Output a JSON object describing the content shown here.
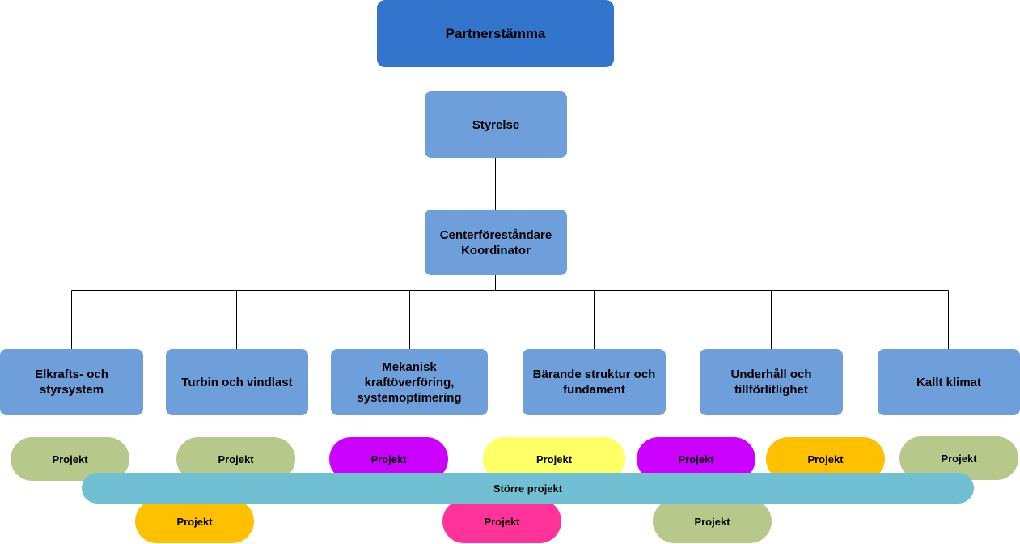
{
  "colors": {
    "top": "#3375cd",
    "box": "#6f9fdb",
    "line": "#000000",
    "green": "#b7c98a",
    "purple": "#cc00ff",
    "yellow": "#ffff66",
    "orange": "#ffc000",
    "pink": "#ff3399",
    "teal": "#70bfd3"
  },
  "org": {
    "top": "Partnerstämma",
    "board": "Styrelse",
    "director": {
      "line1": "Centerföreståndare",
      "line2": "Koordinator"
    },
    "areas": [
      {
        "line1": "Elkrafts- och",
        "line2": "styrsystem",
        "line3": ""
      },
      {
        "line1": "Turbin och vindlast",
        "line2": "",
        "line3": ""
      },
      {
        "line1": "Mekanisk",
        "line2": "kraftöverföring,",
        "line3": "systemoptimering"
      },
      {
        "line1": "Bärande struktur och",
        "line2": "fundament",
        "line3": ""
      },
      {
        "line1": "Underhåll och",
        "line2": "tillförlitlighet",
        "line3": ""
      },
      {
        "line1": "Kallt klimat",
        "line2": "",
        "line3": ""
      }
    ]
  },
  "projects": [
    {
      "label": "Projekt",
      "color": "green"
    },
    {
      "label": "Projekt",
      "color": "green"
    },
    {
      "label": "Projekt",
      "color": "purple"
    },
    {
      "label": "Projekt",
      "color": "yellow"
    },
    {
      "label": "Projekt",
      "color": "purple"
    },
    {
      "label": "Projekt",
      "color": "orange"
    },
    {
      "label": "Projekt",
      "color": "green"
    },
    {
      "label": "Projekt",
      "color": "orange"
    },
    {
      "label": "Projekt",
      "color": "pink"
    },
    {
      "label": "Projekt",
      "color": "green"
    }
  ],
  "bigProject": {
    "label": "Större projekt"
  }
}
